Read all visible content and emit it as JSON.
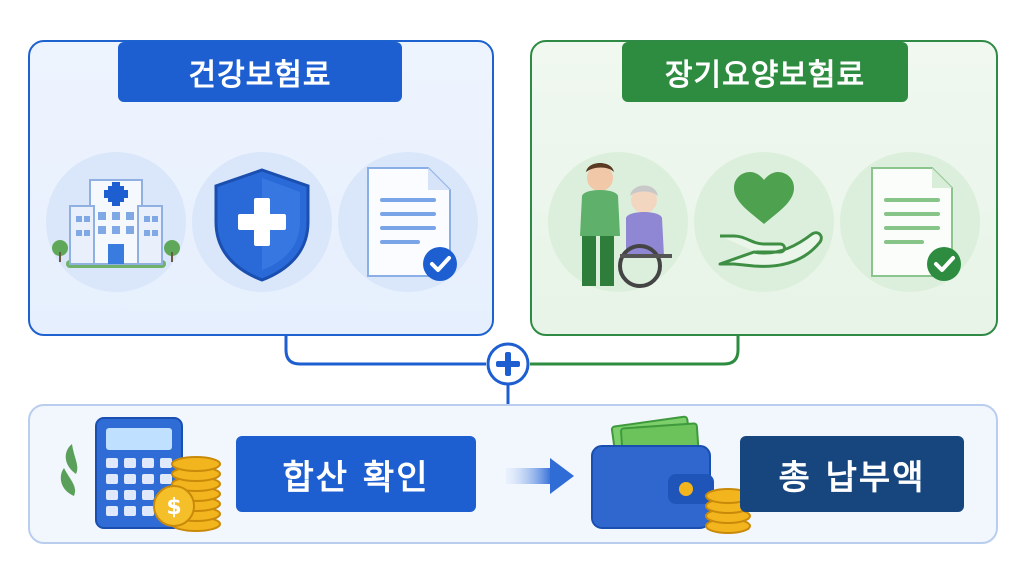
{
  "panels": {
    "health_title": "건강보험료",
    "ltc_title": "장기요양보험료"
  },
  "summary": {
    "sum_label": "합산 확인",
    "total_label": "총 납부액"
  },
  "colors": {
    "blue": "#1d5fd0",
    "green": "#2e8c40",
    "navy": "#17467f"
  },
  "icons": [
    "hospital-icon",
    "shield-cross-icon",
    "document-check-icon",
    "caregiver-icon",
    "heart-hand-icon",
    "document-check-icon",
    "plus-icon",
    "calculator-icon",
    "coins-icon",
    "arrow-icon",
    "wallet-icon"
  ]
}
